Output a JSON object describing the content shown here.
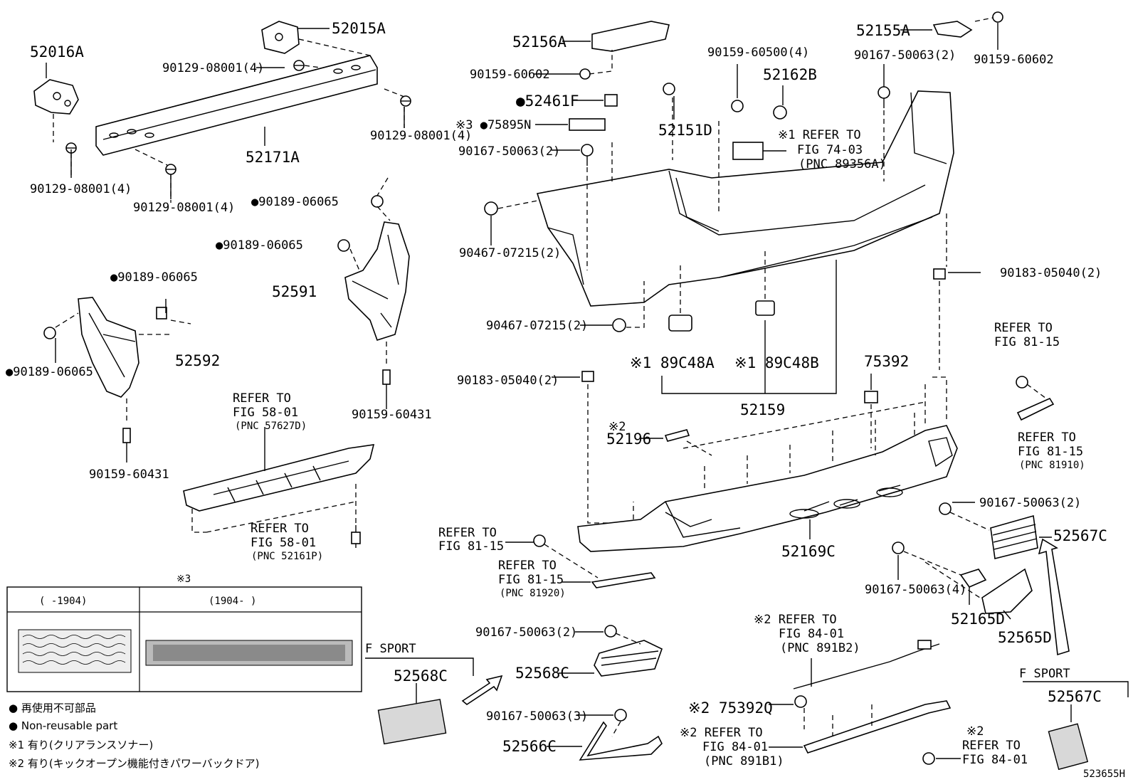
{
  "labels": {
    "p52016A": "52016A",
    "p52015A": "52015A",
    "b1": "90129-08001(4)",
    "b2": "90129-08001(4)",
    "b3": "90129-08001(4)",
    "b4": "90129-08001(4)",
    "p52171A": "52171A",
    "c1": "●90189-06065",
    "c2": "●90189-06065",
    "c3": "●90189-06065",
    "c4": "●90189-06065",
    "p52591": "52591",
    "p52592": "52592",
    "s1": "90159-60431",
    "s2": "90159-60431",
    "ref58a_1": "REFER TO",
    "ref58a_2": "FIG 58-01",
    "ref58a_3": "(PNC 57627D)",
    "ref58b_1": "REFER TO",
    "ref58b_2": "FIG 58-01",
    "ref58b_3": "(PNC 52161P)",
    "p52156A": "52156A",
    "n1": "90159-60602",
    "p52461F": "●52461F",
    "p75895N": "※3 ●75895N",
    "sc1": "90167-50063(2)",
    "r1": "90467-07215(2)",
    "r2": "90467-07215(2)",
    "cl1": "90183-05040(2)",
    "cl2": "90183-05040(2)",
    "m1": "90159-60500(4)",
    "p52162B": "52162B",
    "p52151D": "52151D",
    "ref74_1": "※1 REFER TO",
    "ref74_2": "FIG 74-03",
    "ref74_3": "(PNC 89356A)",
    "p52155A": "52155A",
    "sc2": "90167-50063(2)",
    "n2": "90159-60602",
    "p89C48A": "※1 89C48A",
    "p89C48B": "※1 89C48B",
    "p52159": "52159",
    "p75392": "75392",
    "ref81a_1": "REFER TO",
    "ref81a_2": "FIG 81-15",
    "ref81b_1": "REFER TO",
    "ref81b_2": "FIG 81-15",
    "ref81b_3": "(PNC 81910)",
    "p52196_a": "※2",
    "p52196": "52196",
    "sc3": "90167-50063(2)",
    "p52567C": "52567C",
    "p52169C": "52169C",
    "ref81c_1": "REFER TO",
    "ref81c_2": "FIG 81-15",
    "ref81d_1": "REFER TO",
    "ref81d_2": "FIG 81-15",
    "ref81d_3": "(PNC 81920)",
    "sc4": "90167-50063(4)",
    "p52165D": "52165D",
    "p52565D": "52565D",
    "sc5": "90167-50063(2)",
    "p52568C": "52568C",
    "sc6": "90167-50063(3)",
    "p52566C": "52566C",
    "ref84a_1": "※2 REFER TO",
    "ref84a_2": "FIG 84-01",
    "ref84a_3": "(PNC 891B2)",
    "p75392Q": "※2 75392Q",
    "ref84b_1": "※2 REFER TO",
    "ref84b_2": "FIG 84-01",
    "ref84b_3": "(PNC 891B1)",
    "ref84c_1": "※2",
    "ref84c_2": "REFER TO",
    "ref84c_3": "FIG 84-01",
    "fsport1": "F SPORT",
    "fsport1_part": "52568C",
    "fsport2": "F SPORT",
    "fsport2_part": "52567C",
    "diagram_id": "523655H"
  },
  "table": {
    "note": "※3",
    "col1": "(     -1904)",
    "col2": "(1904-      )"
  },
  "legend": {
    "line1": "● 再使用不可部品",
    "line2": "● Non-reusable part",
    "line3": "※1 有り(クリアランスソナー)",
    "line4": "※2 有り(キックオープン機能付きパワーバックドア)"
  }
}
